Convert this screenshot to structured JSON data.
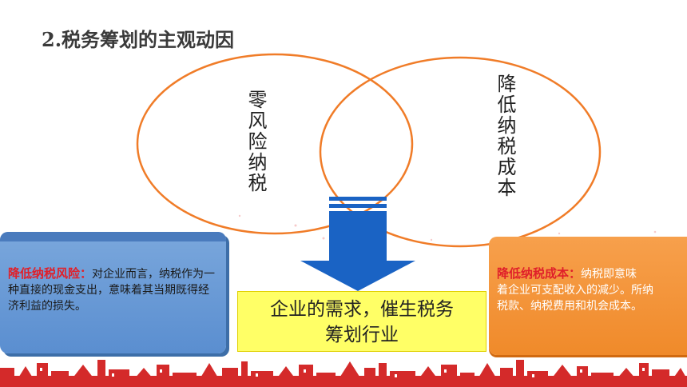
{
  "title": "2.税务筹划的主观动因",
  "venn": {
    "left_label": "零风险纳税",
    "right_label": "降低纳税成本"
  },
  "left_box": {
    "heading": "降低纳税风险：",
    "body": "对企业而言，纳税作为一种直接的现金支出，意味着其当期既得经济利益的损失。"
  },
  "right_box": {
    "heading": "降低纳税成本：",
    "body_line1": "纳税即意味",
    "body_line2": "着企业可支配收入的减少。所纳",
    "body_line3": "税款、纳税费用和机会成本。"
  },
  "center_box": {
    "line1": "企业的需求，催生税务",
    "line2": "筹划行业"
  },
  "colors": {
    "circle_stroke": "#f07c28",
    "arrow": "#1a63c4",
    "left_box": "#6b9bd8",
    "right_box": "#f5923a",
    "highlight": "#e0202a",
    "center_box": "#ffff66",
    "skyline": "#d42a2a"
  }
}
